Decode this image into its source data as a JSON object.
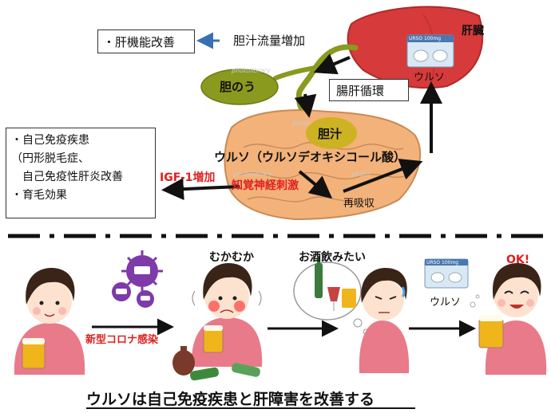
{
  "top": {
    "liver_label": "肝臓",
    "liver_function": "・肝機能改善",
    "bile_flow": "胆汁流量増加",
    "gallbladder_label": "胆のう",
    "enterohepatic": "腸肝循環",
    "bile_label": "胆汁",
    "drug_name": "ウルソ",
    "drug_full_name": "ウルソ（ウルソデオキシコール酸）",
    "nerve_stimulation": "知覚神経刺激",
    "igf1": "IGF-1増加",
    "reabsorption": "再吸収",
    "pill_pack_text": "URSO 100mg",
    "effects": [
      "・自己免疫疾患",
      "（円形脱毛症、",
      "　自己免疫性肝炎改善",
      "・育毛効果"
    ],
    "watermarks": [
      "photolibrary",
      "photo",
      "photolibrary",
      "photo"
    ]
  },
  "bottom": {
    "infection_label": "新型コロナ感染",
    "nausea_label": "むかむか",
    "want_drink_label": "お酒飲みたい",
    "drug_label": "ウルソ",
    "ok_label": "OK!",
    "pill_pack_text": "URSO 100mg",
    "caption": "ウルソは自己免疫疾患と肝障害を改善する"
  },
  "colors": {
    "liver": "#d63a3a",
    "intestine": "#f2b27a",
    "intestine_outline": "#c98a55",
    "bile": "#c9b21a",
    "gallbladder": "#8a9a1f",
    "arrow_dark": "#111111",
    "arrow_blue": "#3a6fb5",
    "red_text": "#e02020",
    "virus": "#7d3aa8",
    "shirt": "#e87a8a",
    "hair": "#3a2418",
    "skin": "#fde3cf",
    "beer": "#f0b51a"
  }
}
